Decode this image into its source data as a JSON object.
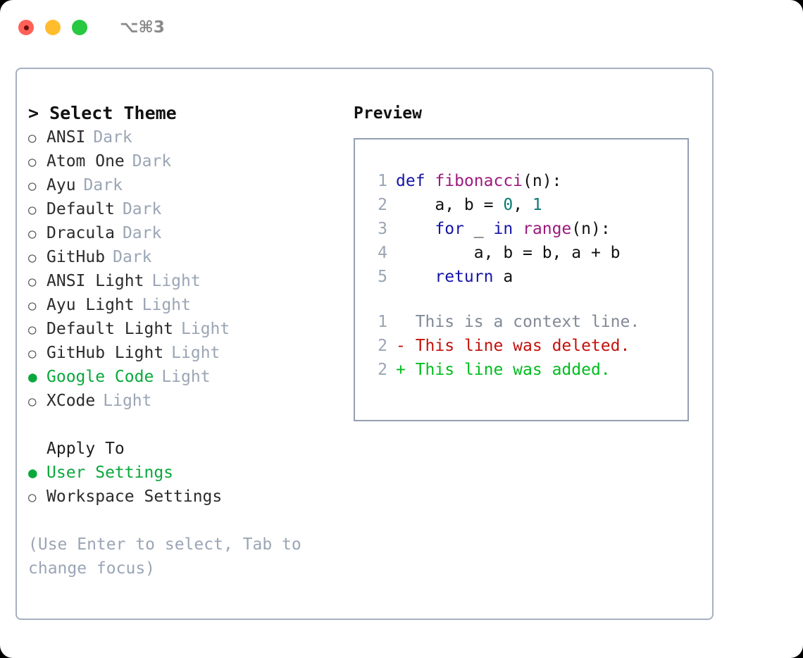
{
  "titlebar": {
    "shortcut": "⌥⌘3",
    "lights": [
      "close",
      "minimize",
      "zoom"
    ]
  },
  "theme_picker": {
    "heading": "> Select Theme",
    "options": [
      {
        "bullet": "○",
        "label": "ANSI",
        "tag": "Dark",
        "selected": false
      },
      {
        "bullet": "○",
        "label": "Atom One",
        "tag": "Dark",
        "selected": false
      },
      {
        "bullet": "○",
        "label": "Ayu",
        "tag": "Dark",
        "selected": false
      },
      {
        "bullet": "○",
        "label": "Default",
        "tag": "Dark",
        "selected": false
      },
      {
        "bullet": "○",
        "label": "Dracula",
        "tag": "Dark",
        "selected": false
      },
      {
        "bullet": "○",
        "label": "GitHub",
        "tag": "Dark",
        "selected": false
      },
      {
        "bullet": "○",
        "label": "ANSI Light",
        "tag": "Light",
        "selected": false
      },
      {
        "bullet": "○",
        "label": "Ayu Light",
        "tag": "Light",
        "selected": false
      },
      {
        "bullet": "○",
        "label": "Default Light",
        "tag": "Light",
        "selected": false
      },
      {
        "bullet": "○",
        "label": "GitHub Light",
        "tag": "Light",
        "selected": false
      },
      {
        "bullet": "●",
        "label": "Google Code",
        "tag": "Light",
        "selected": true
      },
      {
        "bullet": "○",
        "label": "XCode",
        "tag": "Light",
        "selected": false
      }
    ]
  },
  "apply_to": {
    "heading": "Apply To",
    "options": [
      {
        "bullet": "●",
        "label": "User Settings",
        "selected": true
      },
      {
        "bullet": "○",
        "label": "Workspace Settings",
        "selected": false
      }
    ]
  },
  "hint": "(Use Enter to select, Tab to change focus)",
  "preview": {
    "title": "Preview",
    "code_lines": [
      {
        "no": "1",
        "tokens": [
          {
            "t": "def ",
            "c": "kw"
          },
          {
            "t": "fibonacci",
            "c": "fn"
          },
          {
            "t": "(n):",
            "c": "pln"
          }
        ]
      },
      {
        "no": "2",
        "tokens": [
          {
            "t": "    a, b = ",
            "c": "pln"
          },
          {
            "t": "0",
            "c": "num"
          },
          {
            "t": ", ",
            "c": "pln"
          },
          {
            "t": "1",
            "c": "num"
          }
        ]
      },
      {
        "no": "3",
        "tokens": [
          {
            "t": "    ",
            "c": "pln"
          },
          {
            "t": "for",
            "c": "kw"
          },
          {
            "t": " _ ",
            "c": "pln"
          },
          {
            "t": "in",
            "c": "kw"
          },
          {
            "t": " ",
            "c": "pln"
          },
          {
            "t": "range",
            "c": "fn"
          },
          {
            "t": "(n):",
            "c": "pln"
          }
        ]
      },
      {
        "no": "4",
        "tokens": [
          {
            "t": "        a, b = b, a + b",
            "c": "pln"
          }
        ]
      },
      {
        "no": "5",
        "tokens": [
          {
            "t": "    ",
            "c": "pln"
          },
          {
            "t": "return",
            "c": "kw"
          },
          {
            "t": " a",
            "c": "pln"
          }
        ]
      }
    ],
    "diff_lines": [
      {
        "no": "1",
        "marker": " ",
        "text": " This is a context line.",
        "kind": "ctx"
      },
      {
        "no": "2",
        "marker": "-",
        "text": " This line was deleted.",
        "kind": "del"
      },
      {
        "no": "2",
        "marker": "+",
        "text": " This line was added.",
        "kind": "add"
      }
    ]
  },
  "colors": {
    "accent_green": "#0aa83c",
    "muted": "#9aa5b5",
    "border": "#a6b0c0",
    "keyword": "#1515a8",
    "function": "#9c1a7e",
    "number": "#0b7a75",
    "diff_delete": "#c3120b",
    "diff_add": "#00bd1e",
    "light_red": "#ff6159",
    "light_yellow": "#ffbd2e",
    "light_green": "#28c840"
  }
}
